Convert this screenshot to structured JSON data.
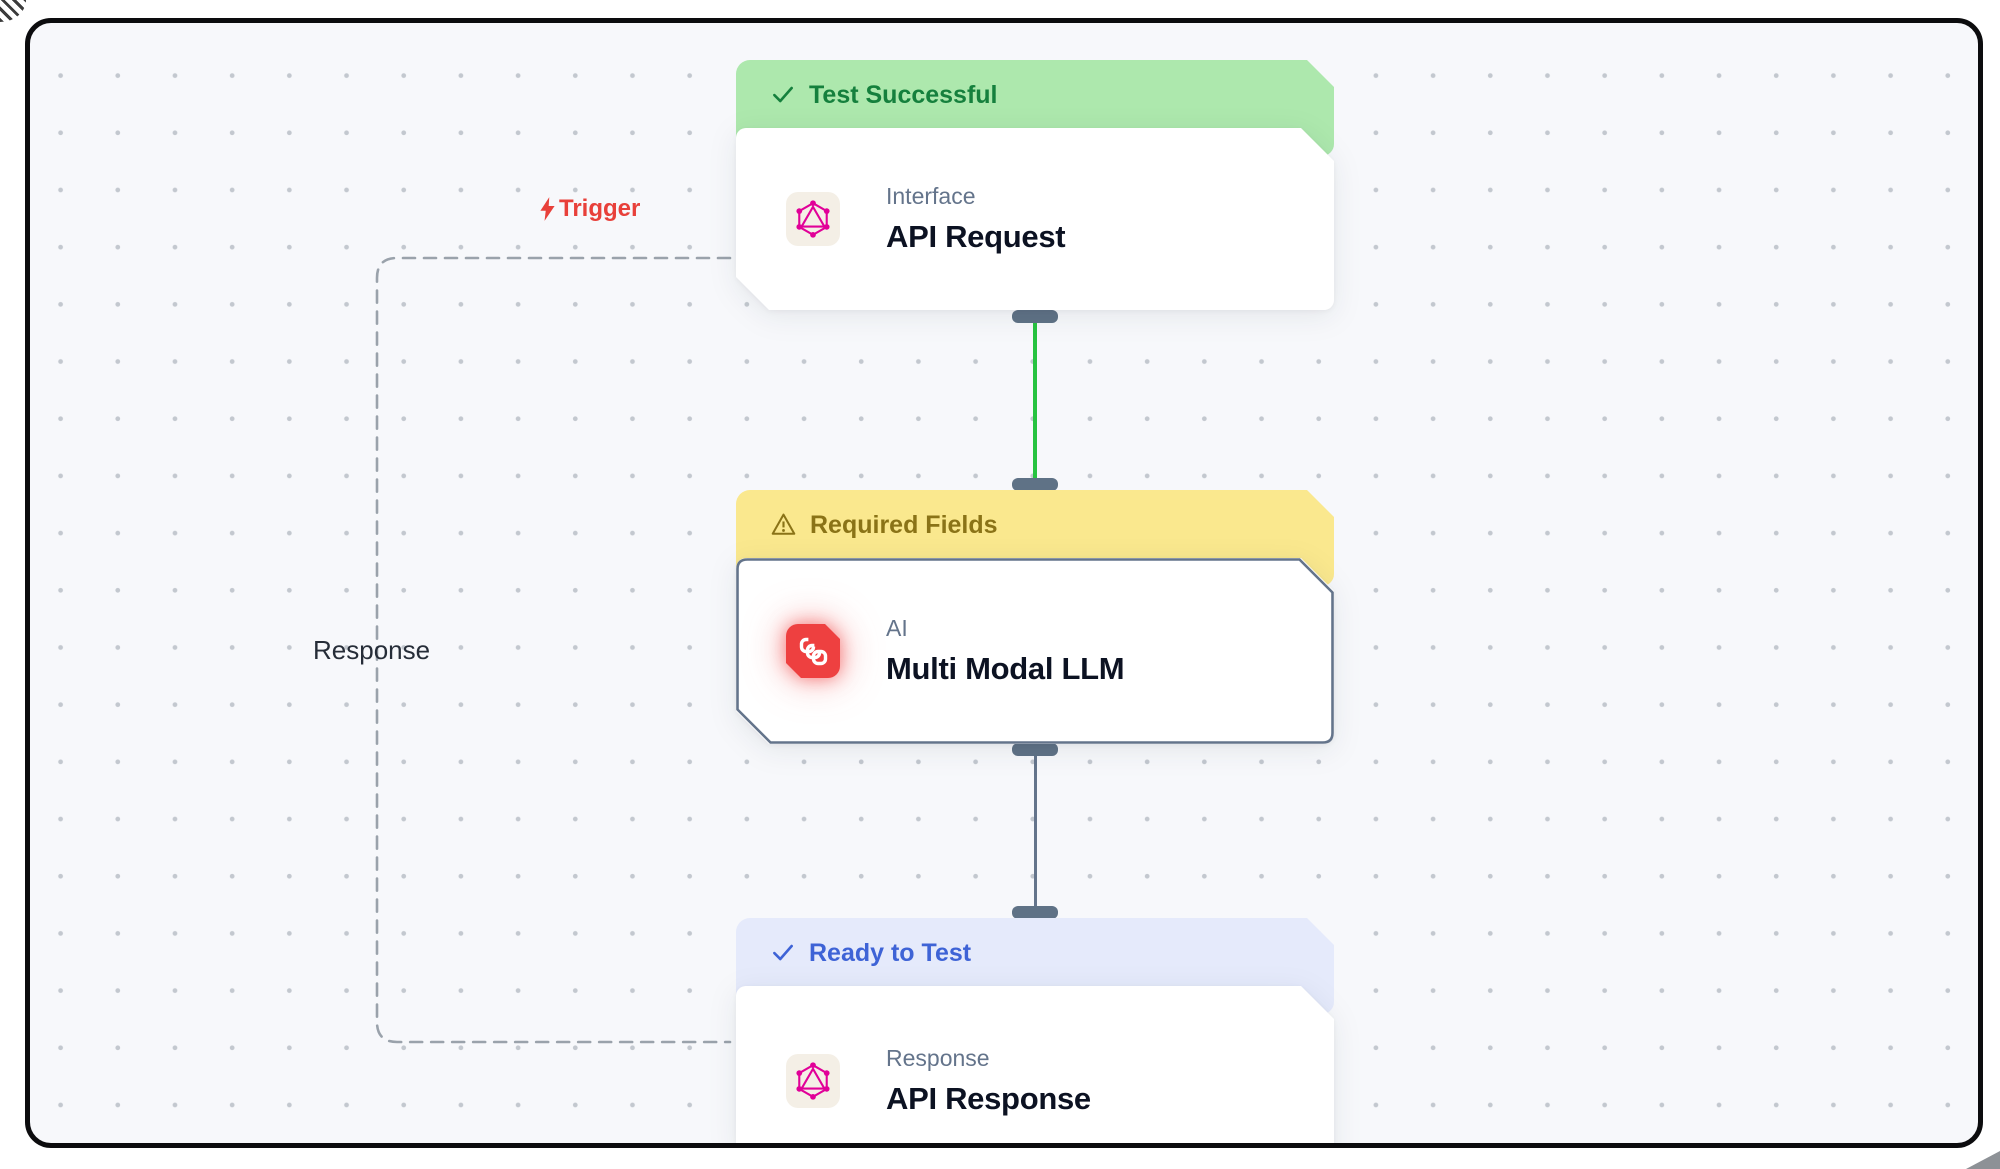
{
  "workflow": {
    "edges": {
      "trigger_label": "Trigger",
      "response_label": "Response",
      "trigger_color": "#e8403a",
      "forward_edge_green": "#27c340",
      "forward_edge_gray": "#64748b",
      "dashed_loop_color": "#9aa2ab"
    },
    "colors": {
      "canvas_background": "#f7f8fb",
      "grid_dot": "#c3c8cf",
      "frame_border": "#0c0c0e",
      "selected_node_border": "#64748b",
      "status_success_bg": "#ade8ad",
      "status_success_text": "#15803d",
      "status_warning_bg": "#fae88e",
      "status_warning_text": "#8a7317",
      "status_ready_bg": "#e5eafb",
      "status_ready_text": "#3e63d6",
      "graphql_pink": "#e10098",
      "ai_icon_red": "#ee4040"
    },
    "nodes": [
      {
        "status_label": "Test Successful",
        "status_icon": "check-icon",
        "category": "Interface",
        "title": "API Request",
        "icon": "graphql-icon"
      },
      {
        "status_label": "Required Fields",
        "status_icon": "warning-icon",
        "category": "AI",
        "title": "Multi Modal LLM",
        "icon": "chain-link-icon",
        "selected": true
      },
      {
        "status_label": "Ready to Test",
        "status_icon": "check-icon",
        "category": "Response",
        "title": "API Response",
        "icon": "graphql-icon"
      }
    ]
  }
}
